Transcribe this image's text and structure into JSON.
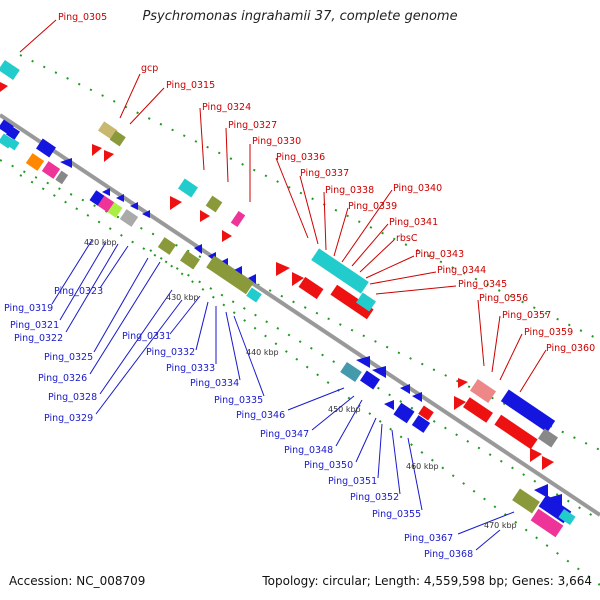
{
  "title": "Psychromonas ingrahamii 37, complete genome",
  "accession": "Accession: NC_008709",
  "summary": "Topology: circular; Length: 4,559,598 bp; Genes: 3,664",
  "colors": {
    "forward": "#ee1111",
    "reverse": "#1515e0",
    "cyan": "#22cccc",
    "olive": "#8a9a3a",
    "label_red": "#cc0000",
    "label_blue": "#1a1acc",
    "backbone": "#999999"
  },
  "scale": [
    "420 kbp",
    "430 kbp",
    "440 kbp",
    "450 kbp",
    "460 kbp",
    "470 kbp"
  ],
  "labels_top": [
    "Ping_0305",
    "gcp",
    "Ping_0315",
    "Ping_0324",
    "Ping_0327",
    "Ping_0330",
    "Ping_0336",
    "Ping_0337",
    "Ping_0338",
    "Ping_0339",
    "Ping_0340",
    "Ping_0341",
    "rbsC",
    "Ping_0343",
    "Ping_0344",
    "Ping_0345",
    "Ping_0356",
    "Ping_0357",
    "Ping_0359",
    "Ping_0360"
  ],
  "labels_bottom": [
    "Ping_0319",
    "Ping_0321",
    "Ping_0322",
    "Ping_0323",
    "Ping_0325",
    "Ping_0326",
    "Ping_0328",
    "Ping_0329",
    "Ping_0331",
    "Ping_0332",
    "Ping_0333",
    "Ping_0334",
    "Ping_0335",
    "Ping_0346",
    "Ping_0347",
    "Ping_0348",
    "Ping_0350",
    "Ping_0351",
    "Ping_0352",
    "Ping_0355",
    "Ping_0367",
    "Ping_0368"
  ]
}
